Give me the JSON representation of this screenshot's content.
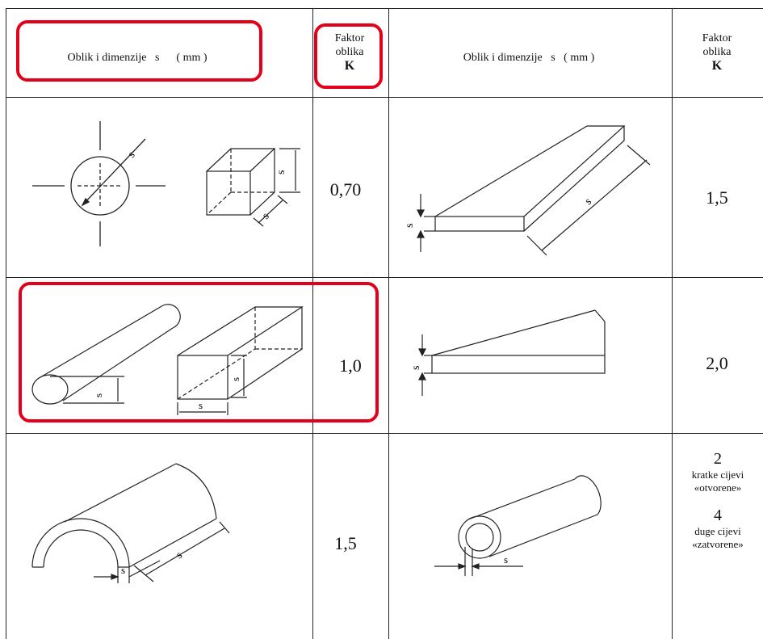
{
  "header": {
    "col1": "Oblik i dimenzije   s      ( mm )",
    "col2_line1": "Faktor",
    "col2_line2": "oblika",
    "col2_k": "K",
    "col3": "Oblik i dimenzije   s   ( mm )",
    "col4_line1": "Faktor",
    "col4_line2": "oblika",
    "col4_k": "K"
  },
  "rows": [
    {
      "left_factor": "0,70",
      "right_factor": "1,5"
    },
    {
      "left_factor": "1,0",
      "right_factor": "2,0"
    },
    {
      "left_factor": "1,5",
      "right_top_num": "2",
      "right_top_text1": "kratke cijevi",
      "right_top_text2": "«otvorene»",
      "right_bottom_num": "4",
      "right_bottom_text1": "duge cijevi",
      "right_bottom_text2": "«zatvorene»"
    }
  ],
  "dimension_label": "s",
  "highlight_color": "#e3001b"
}
